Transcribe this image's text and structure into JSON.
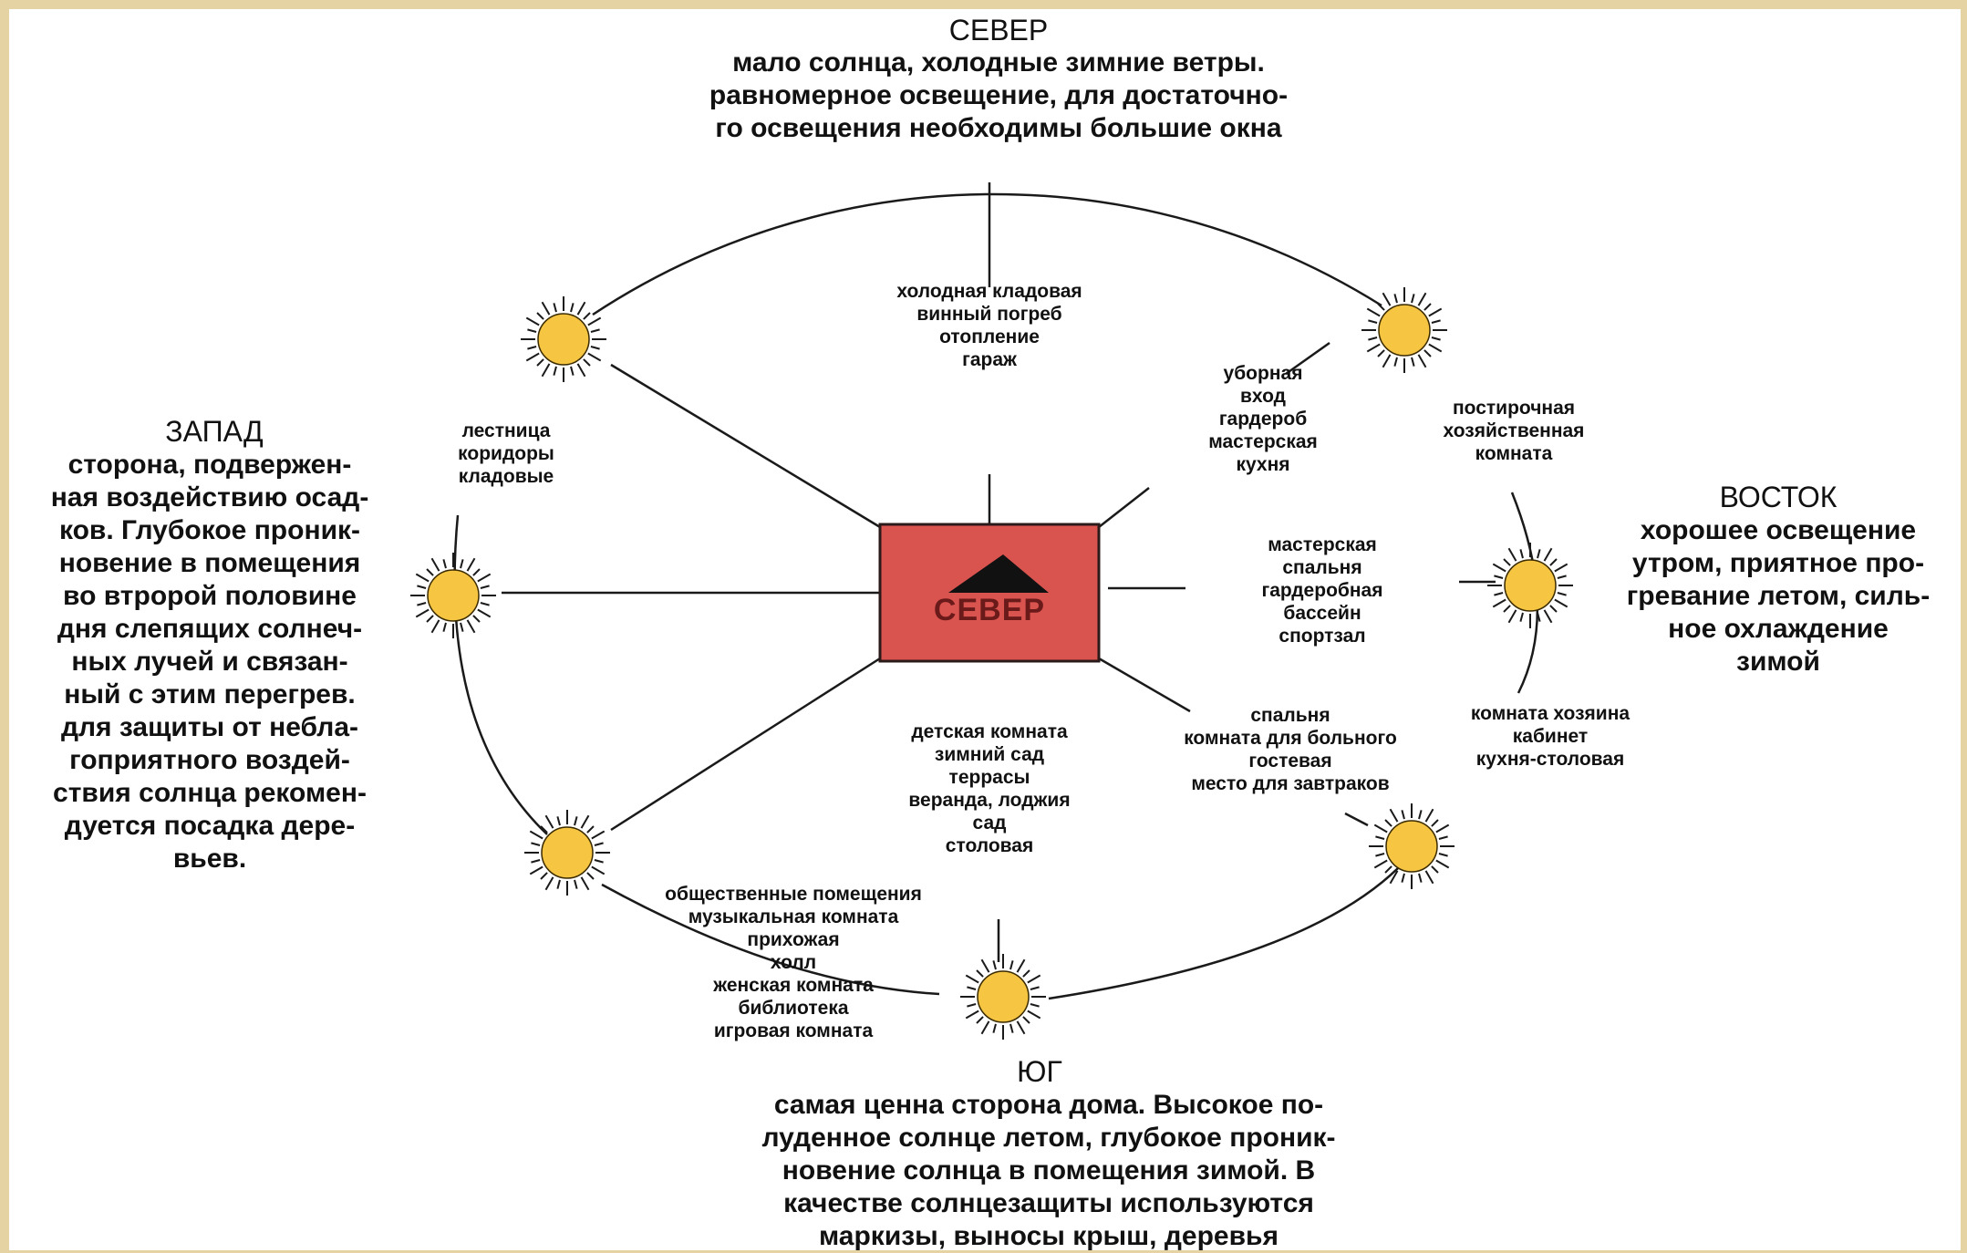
{
  "directions": {
    "north": {
      "heading": "СЕВЕР",
      "text": "мало солнца, холодные зимние ветры.\nравномерное освещение, для достаточно-\nго освещения необходимы большие окна"
    },
    "west": {
      "heading": "ЗАПАД",
      "text": "сторона, подвержен-\nная воздействию осад-\nков. Глубокое проник-\nновение в помещения\nво втророй половине\nдня слепящих солнеч-\nных лучей и связан-\nный с этим перегрев.\nдля защиты от небла-\nгоприятного воздей-\nствия солнца рекомен-\nдуется посадка дере-\nвьев."
    },
    "east": {
      "heading": "ВОСТОК",
      "text": "хорошее освещение\nутром, приятное про-\nгревание летом, силь-\nное охлаждение\nзимой"
    },
    "south": {
      "heading": "ЮГ",
      "text": "самая ценна сторона дома. Высокое по-\nлуденное солнце летом, глубокое проник-\nновение солнца в помещения зимой. В\nкачестве солнцезащиты используются\nмаркизы, выносы крыш, деревья"
    }
  },
  "center": {
    "label": "СЕВЕР",
    "color": "#d9534f"
  },
  "rooms": {
    "north": "холодная кладовая\nвинный погреб\nотопление\nгараж",
    "northwest": "лестница\nкоридоры\nкладовые",
    "north_east_inner": "уборная\nвход\nгардероб\nмастерская\nкухня",
    "north_east_outer": "постирочная\nхозяйственная\nкомната",
    "east_inner": "мастерская\nспальня\nгардеробная\nбассейн\nспортзал",
    "south_east_inner": "спальня\nкомната для больного\nгостевая\nместо для завтраков",
    "south_east_outer": "комната хозяина\nкабинет\nкухня-столовая",
    "south": "детская комната\nзимний сад\nтеррасы\nверанда, лоджия\nсад\nстоловая",
    "south_west": "общественные помещения\nмузыкальная комната\nприхожая\nхолл\nженская комната\nбиблиотека\nигровая комната"
  },
  "colors": {
    "sun": "#f6c542",
    "frame": "#e6d3a3"
  },
  "icons": [
    "sun-icon",
    "north-arrow-icon"
  ]
}
